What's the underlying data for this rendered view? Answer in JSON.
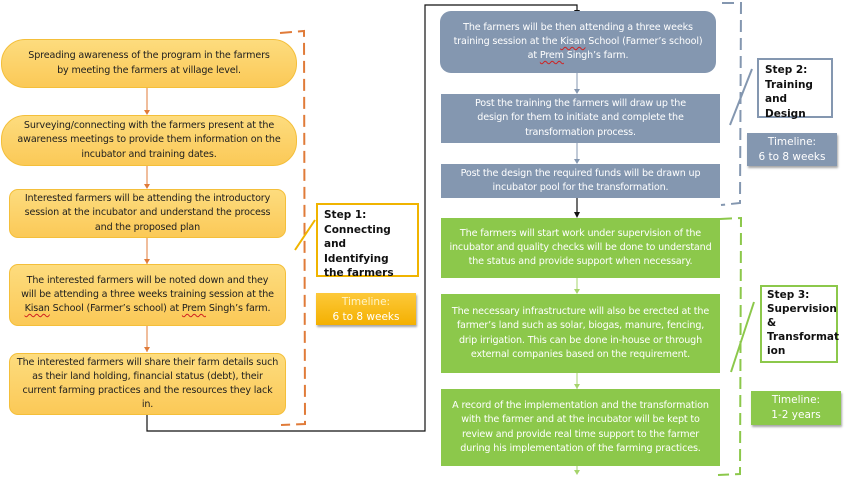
{
  "step1": {
    "color": "#f4bf3a",
    "boxes": [
      {
        "text": "Spreading awareness of the program in the farmers by meeting the farmers at village level."
      },
      {
        "text": "Surveying/connecting with the farmers present at the awareness meetings to provide them information on the incubator and training dates."
      },
      {
        "text": "Interested farmers will be attending the introductory session at the incubator and understand the process and the proposed plan"
      },
      {
        "text_before": "The interested farmers will be noted down and they will be attending a three weeks training session at the ",
        "kisan": "Kisan",
        "text_mid": " School (Farmer’s school) at ",
        "prem": "Prem",
        "text_after": " Singh’s farm."
      },
      {
        "text": "The interested farmers will share their farm details such as their land holding, financial status (debt), their current farming practices and the resources they lack in."
      }
    ],
    "label": "Step 1: Connecting and Identifying the farmers",
    "timeline_label": "Timeline:",
    "timeline_value": "6 to 8 weeks"
  },
  "step2": {
    "color": "#8497b0",
    "boxes": [
      {
        "text_before": "The farmers will be then attending a three weeks training session at the ",
        "kisan": "Kisan",
        "text_mid": " School (Farmer’s school) at ",
        "prem": "Prem",
        "text_after": " Singh’s farm."
      },
      {
        "text": "Post the training the farmers will draw up the design for them to initiate and complete the transformation process."
      },
      {
        "text": "Post the design the required funds will be drawn up incubator pool for the transformation."
      }
    ],
    "label": "Step 2: Training and Design",
    "timeline_label": "Timeline:",
    "timeline_value": "6 to 8 weeks"
  },
  "step3": {
    "color": "#8cc84b",
    "boxes": [
      {
        "text": "The farmers will start work under supervision of the incubator and quality checks will be done to understand the status and provide support when necessary."
      },
      {
        "text": "The necessary infrastructure will also be erected at the farmer’s land such as solar, biogas, manure, fencing, drip irrigation. This can be done in-house or through external companies based on the requirement."
      },
      {
        "text": "A record of the implementation and the transformation with the farmer and at the incubator will be kept to review and provide real time support to the farmer during his implementation of the farming practices."
      }
    ],
    "label": "Step 3: Supervision & Transformation",
    "label_line1": "Step 3:",
    "label_line2": "Supervision",
    "label_line3": "&",
    "label_line4": "Transformat",
    "label_line5": "ion",
    "timeline_label": "Timeline:",
    "timeline_value": "1-2 years"
  }
}
